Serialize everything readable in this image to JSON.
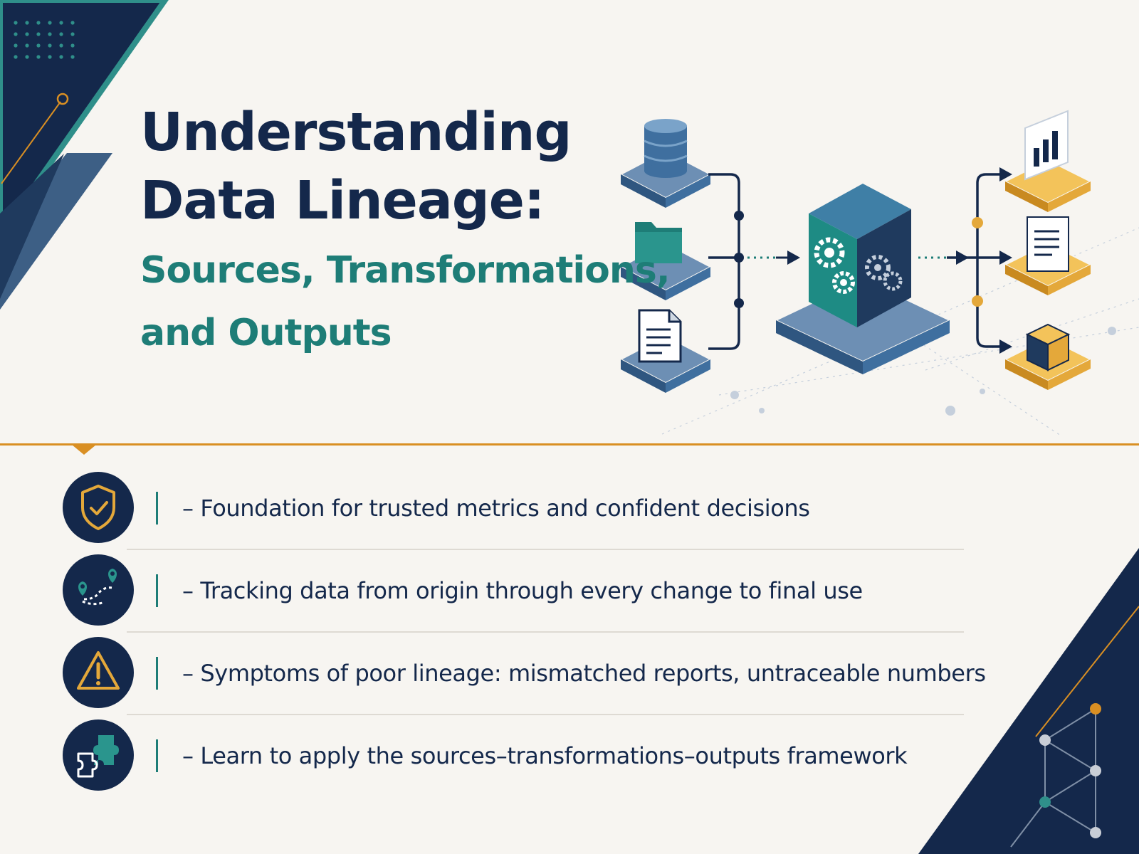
{
  "title": {
    "line1": "Understanding",
    "line2": "Data Lineage:",
    "subtitle_line1": "Sources, Transformations,",
    "subtitle_line2": "and Outputs"
  },
  "diagram": {
    "sources": [
      "database-icon",
      "folder-icon",
      "document-icon"
    ],
    "transform": "gears-icon",
    "outputs": [
      "bar-chart-icon",
      "report-icon",
      "cube-icon"
    ]
  },
  "points": [
    {
      "icon": "shield-check-icon",
      "text": "– Foundation for trusted metrics and  confident decisions"
    },
    {
      "icon": "route-pins-icon",
      "text": "– Tracking data from origin through every change to final use"
    },
    {
      "icon": "warning-icon",
      "text": "– Symptoms of poor lineage: mismatched reports, untraceable numbers"
    },
    {
      "icon": "puzzle-icon",
      "text": "– Learn to apply the sources–transformations–outputs framework"
    }
  ],
  "colors": {
    "navy": "#14284b",
    "teal": "#1e7d77",
    "blue": "#3f6f9f",
    "gold": "#e4a83a",
    "background": "#f7f5f1"
  }
}
